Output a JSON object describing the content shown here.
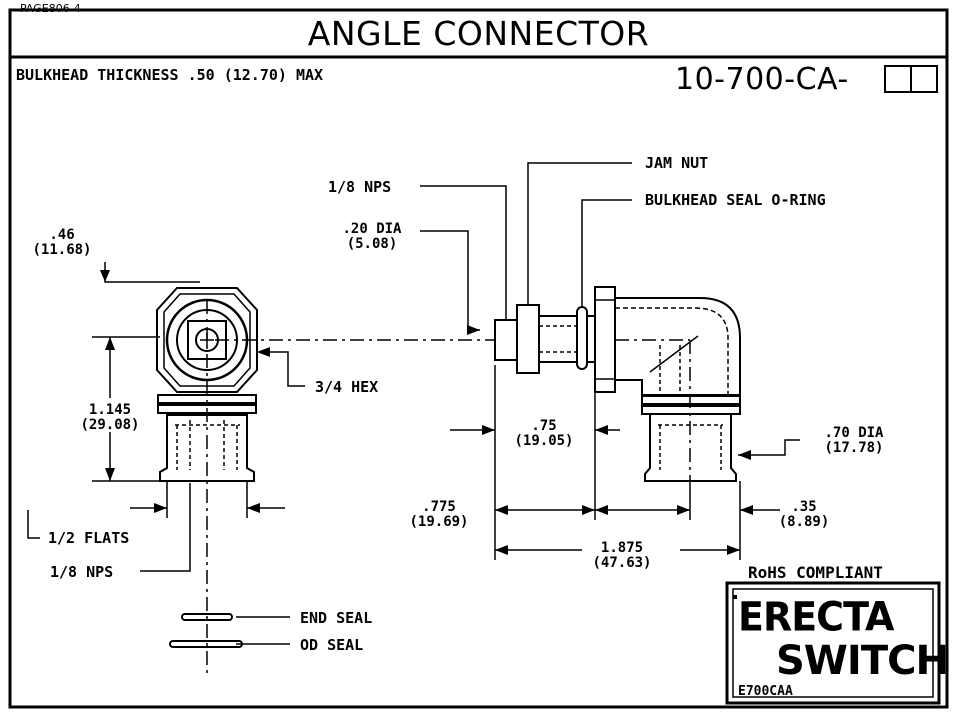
{
  "page_tag": "PAGE806-4",
  "title": "ANGLE CONNECTOR",
  "bulkhead_note": "BULKHEAD THICKNESS .50 (12.70) MAX",
  "part_number": "10-700-CA-",
  "callouts": {
    "jam_nut": "JAM NUT",
    "bulkhead_seal": "BULKHEAD SEAL O-RING",
    "nps_top": "1/8 NPS",
    "dia_20": ".20 DIA",
    "dia_20_mm": "(5.08)",
    "dim_46": ".46",
    "dim_46_mm": "(11.68)",
    "hex": "3/4 HEX",
    "dim_1145": "1.145",
    "dim_1145_mm": "(29.08)",
    "dim_75": ".75",
    "dim_75_mm": "(19.05)",
    "dia_70": ".70 DIA",
    "dia_70_mm": "(17.78)",
    "dim_775": ".775",
    "dim_775_mm": "(19.69)",
    "dim_35": ".35",
    "dim_35_mm": "(8.89)",
    "dim_1875": "1.875",
    "dim_1875_mm": "(47.63)",
    "flats": "1/2 FLATS",
    "nps_bottom": "1/8 NPS",
    "end_seal": "END SEAL",
    "od_seal": "OD SEAL"
  },
  "rohs": "RoHS COMPLIANT",
  "logo": {
    "line1": "ERECTA",
    "line2": "SWITCH",
    "code": "E700CAA"
  }
}
